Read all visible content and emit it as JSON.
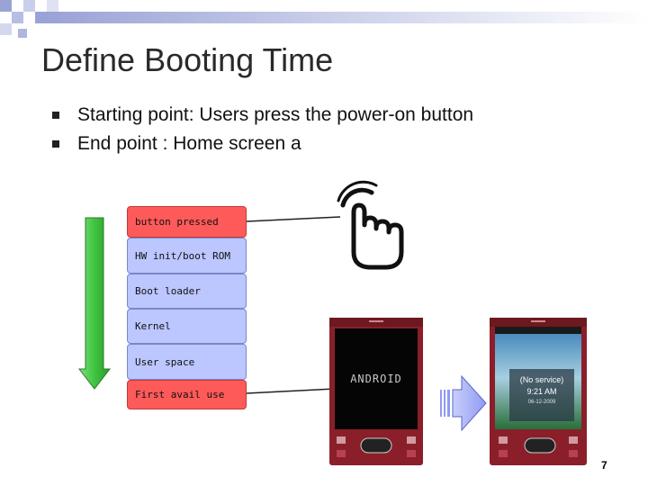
{
  "slide": {
    "title": "Define Booting Time",
    "bullets": [
      "Starting point: Users press the power-on button",
      "End point : Home screen a"
    ],
    "stages": [
      "button pressed",
      "HW init/boot ROM",
      "Boot loader",
      "Kernel",
      "User space",
      "First avail use"
    ],
    "phone_left": {
      "logo": "ANDROID"
    },
    "phone_right": {
      "status": "(No service)",
      "time": "9:21 AM",
      "date": "06-12-2009"
    },
    "page_number": "7"
  }
}
